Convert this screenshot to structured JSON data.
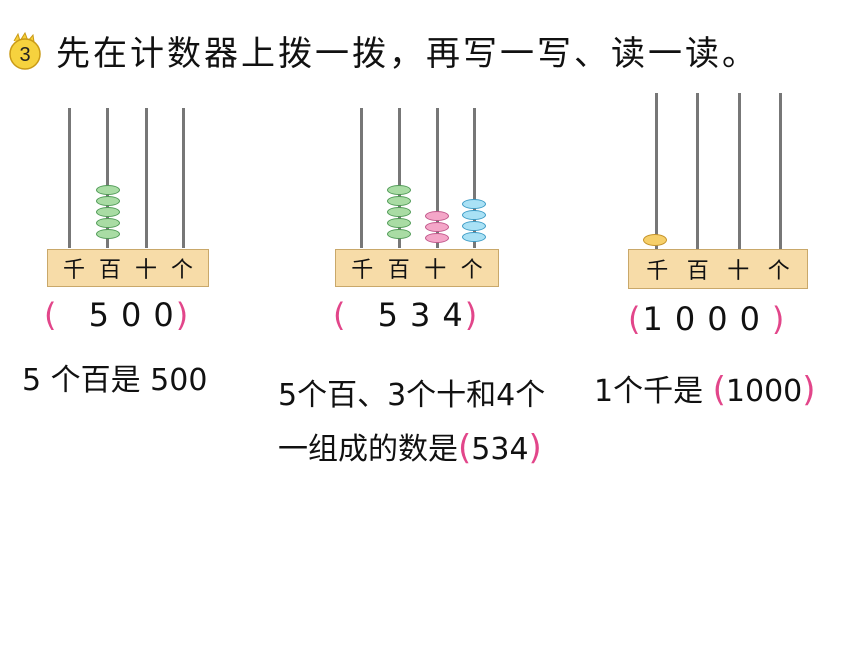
{
  "problem": {
    "number": "3",
    "title": "先在计数器上拨一拨，再写一写、读一读。"
  },
  "colors": {
    "paren": "#e2468a",
    "frame": "#f7dca8",
    "bead_green": "#a9dca4",
    "bead_pink": "#f4a6c8",
    "bead_blue": "#a9e1f5",
    "bead_gold": "#f6cf6a"
  },
  "place_labels": [
    "千",
    "百",
    "十",
    "个"
  ],
  "abaci": [
    {
      "beads": {
        "千": 0,
        "百": 5,
        "十": 0,
        "个": 0
      },
      "answer_open": "(",
      "answer_value": "500",
      "answer_close": ")",
      "statement_line1": "5 个百是 500",
      "statement_line2": ""
    },
    {
      "beads": {
        "千": 0,
        "百": 5,
        "十": 3,
        "个": 4
      },
      "answer_open": "(",
      "answer_value": "534",
      "answer_close": ")",
      "statement_line1": "5个百、3个十和4个",
      "statement_line2_prefix": "一组成的数是",
      "statement_line2_open": "(",
      "statement_line2_value": "534",
      "statement_line2_close": ")"
    },
    {
      "beads": {
        "千": 1,
        "百": 0,
        "十": 0,
        "个": 0
      },
      "answer_open": "(",
      "answer_value": "1000",
      "answer_close": ")",
      "statement_prefix": "1个千是",
      "statement_open": "(",
      "statement_value": "1000",
      "statement_close": ")"
    }
  ]
}
